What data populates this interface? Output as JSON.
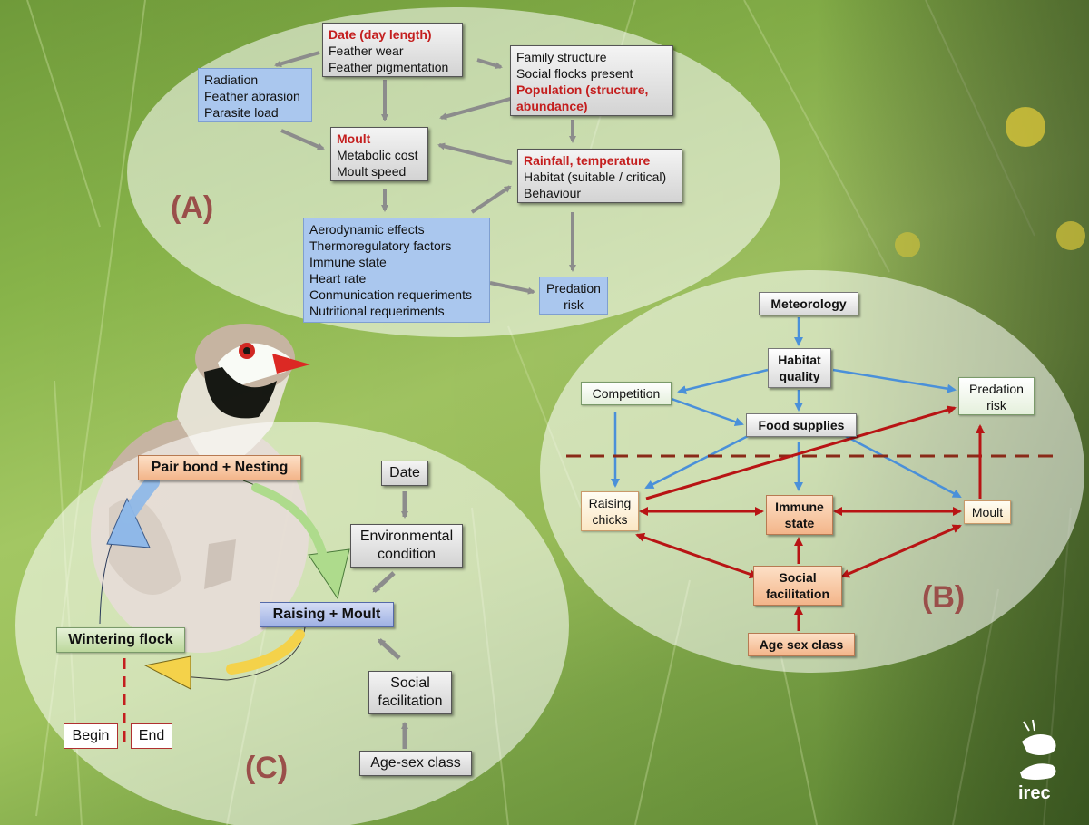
{
  "panels": {
    "a": "(A)",
    "b": "(B)",
    "c": "(C)"
  },
  "panel_a": {
    "date_box": {
      "title": "Date (day length)",
      "lines": [
        "Feather wear",
        "Feather pigmentation"
      ]
    },
    "radiation_box": {
      "lines": [
        "Radiation",
        "Feather abrasion",
        "Parasite load"
      ]
    },
    "family_box": {
      "lines": [
        "Family structure",
        "Social flocks present"
      ],
      "highlight": "Population (structure, abundance)"
    },
    "moult_box": {
      "title": "Moult",
      "lines": [
        "Metabolic cost",
        "Moult speed"
      ]
    },
    "rainfall_box": {
      "title": "Rainfall, temperature",
      "lines": [
        "Habitat (suitable / critical)",
        "Behaviour"
      ]
    },
    "effects_box": {
      "lines": [
        "Aerodynamic effects",
        "Thermoregulatory factors",
        "Immune state",
        "Heart rate",
        "Conmunication requeriments",
        "Nutritional requeriments"
      ]
    },
    "predation_box": {
      "lines": [
        "Predation",
        "risk"
      ]
    }
  },
  "panel_b": {
    "meteorology": "Meteorology",
    "habitat": [
      "Habitat",
      "quality"
    ],
    "competition": "Competition",
    "predation": [
      "Predation",
      "risk"
    ],
    "food": "Food supplies",
    "raising": [
      "Raising",
      "chicks"
    ],
    "immune": [
      "Immune",
      "state"
    ],
    "moult": "Moult",
    "social": [
      "Social",
      "facilitation"
    ],
    "age": "Age sex class"
  },
  "panel_c": {
    "pair": "Pair bond + Nesting",
    "date": "Date",
    "environmental": [
      "Environmental",
      "condition"
    ],
    "raising": "Raising + Moult",
    "wintering": "Wintering flock",
    "social": [
      "Social",
      "facilitation"
    ],
    "age": "Age-sex class",
    "begin": "Begin",
    "end": "End"
  },
  "logo": {
    "text": "irec"
  },
  "colors": {
    "red": "#c41e1e",
    "blue_arrow": "#4a90d9",
    "dark_red_arrow": "#b81414",
    "grey_arrow": "#8c8c8c",
    "blue_box": "#aac7ee",
    "peach_box": "#f3b58a"
  }
}
